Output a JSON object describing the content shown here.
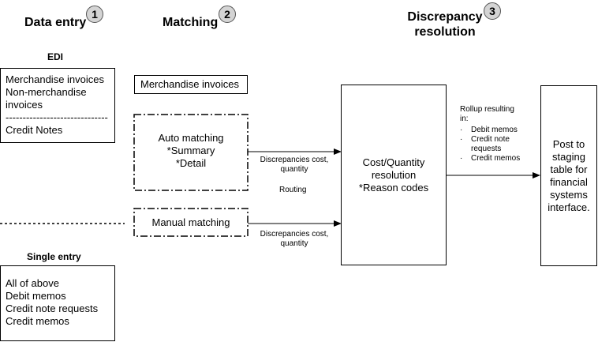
{
  "headers": {
    "data_entry": {
      "title": "Data entry",
      "num": "1"
    },
    "matching": {
      "title": "Matching",
      "num": "2"
    },
    "discrepancy": {
      "title_line1": "Discrepancy",
      "title_line2": "resolution",
      "num": "3"
    }
  },
  "edi": {
    "label": "EDI",
    "items": [
      "Merchandise invoices",
      "Non-merchandise",
      "invoices",
      "------------------------------",
      "Credit Notes"
    ]
  },
  "single_entry": {
    "label": "Single entry",
    "items": [
      "All of above",
      "Debit memos",
      "Credit note requests",
      "Credit memos"
    ]
  },
  "matching": {
    "merch_box": "Merchandise invoices",
    "auto": [
      "Auto matching",
      "*Summary",
      "*Detail"
    ],
    "manual": "Manual matching"
  },
  "flows": {
    "disc1": [
      "Discrepancies cost,",
      "quantity"
    ],
    "routing": "Routing",
    "disc2": [
      "Discrepancies cost,",
      "quantity"
    ]
  },
  "resolution": {
    "lines": [
      "Cost/Quantity",
      "resolution",
      "*Reason codes"
    ]
  },
  "rollup": {
    "title": [
      "Rollup resulting",
      "in:"
    ],
    "bullets": [
      [
        "Debit memos"
      ],
      [
        "Credit note",
        "requests"
      ],
      [
        "Credit memos"
      ]
    ],
    "bullet_glyph": "·"
  },
  "post": {
    "lines": [
      "Post to",
      "staging",
      "table for",
      "financial",
      "systems",
      "interface."
    ]
  }
}
